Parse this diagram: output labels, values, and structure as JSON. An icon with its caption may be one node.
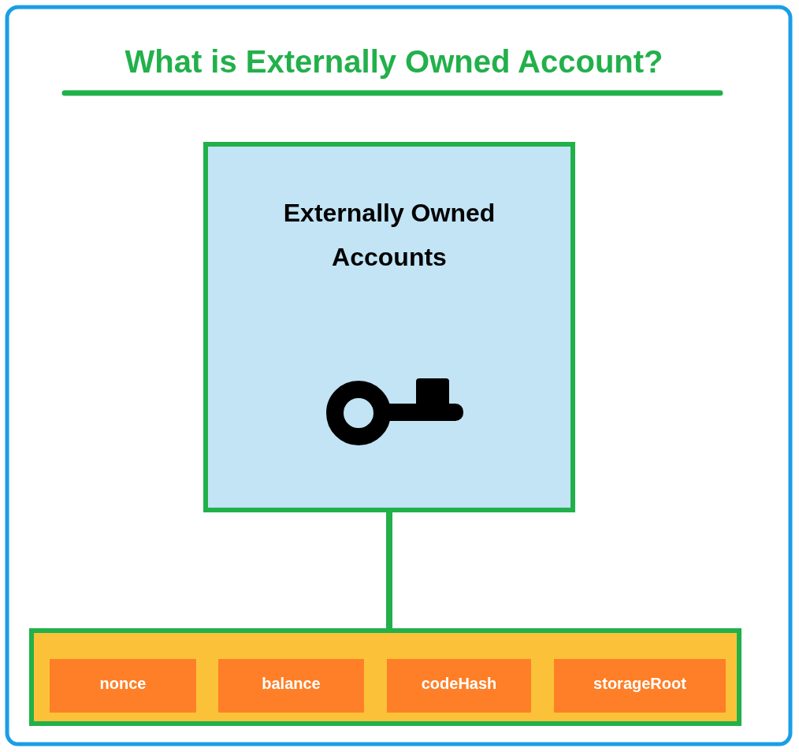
{
  "diagram": {
    "title": "What is Externally Owned Account?",
    "nodes": [
      {
        "text": [
          "Externally Owned Accounts"
        ]
      },
      {
        "text": [],
        "shape": "box"
      },
      {
        "text": [
          "nonce"
        ],
        "in": 1
      },
      {
        "text": [
          "balance"
        ],
        "in": 1
      },
      {
        "text": [
          "codeHash"
        ],
        "in": 1
      },
      {
        "text": [
          "storageRoot"
        ],
        "in": 1
      }
    ],
    "edges": [
      {
        "from": 0,
        "to": 1,
        "arrow": "none"
      }
    ]
  }
}
